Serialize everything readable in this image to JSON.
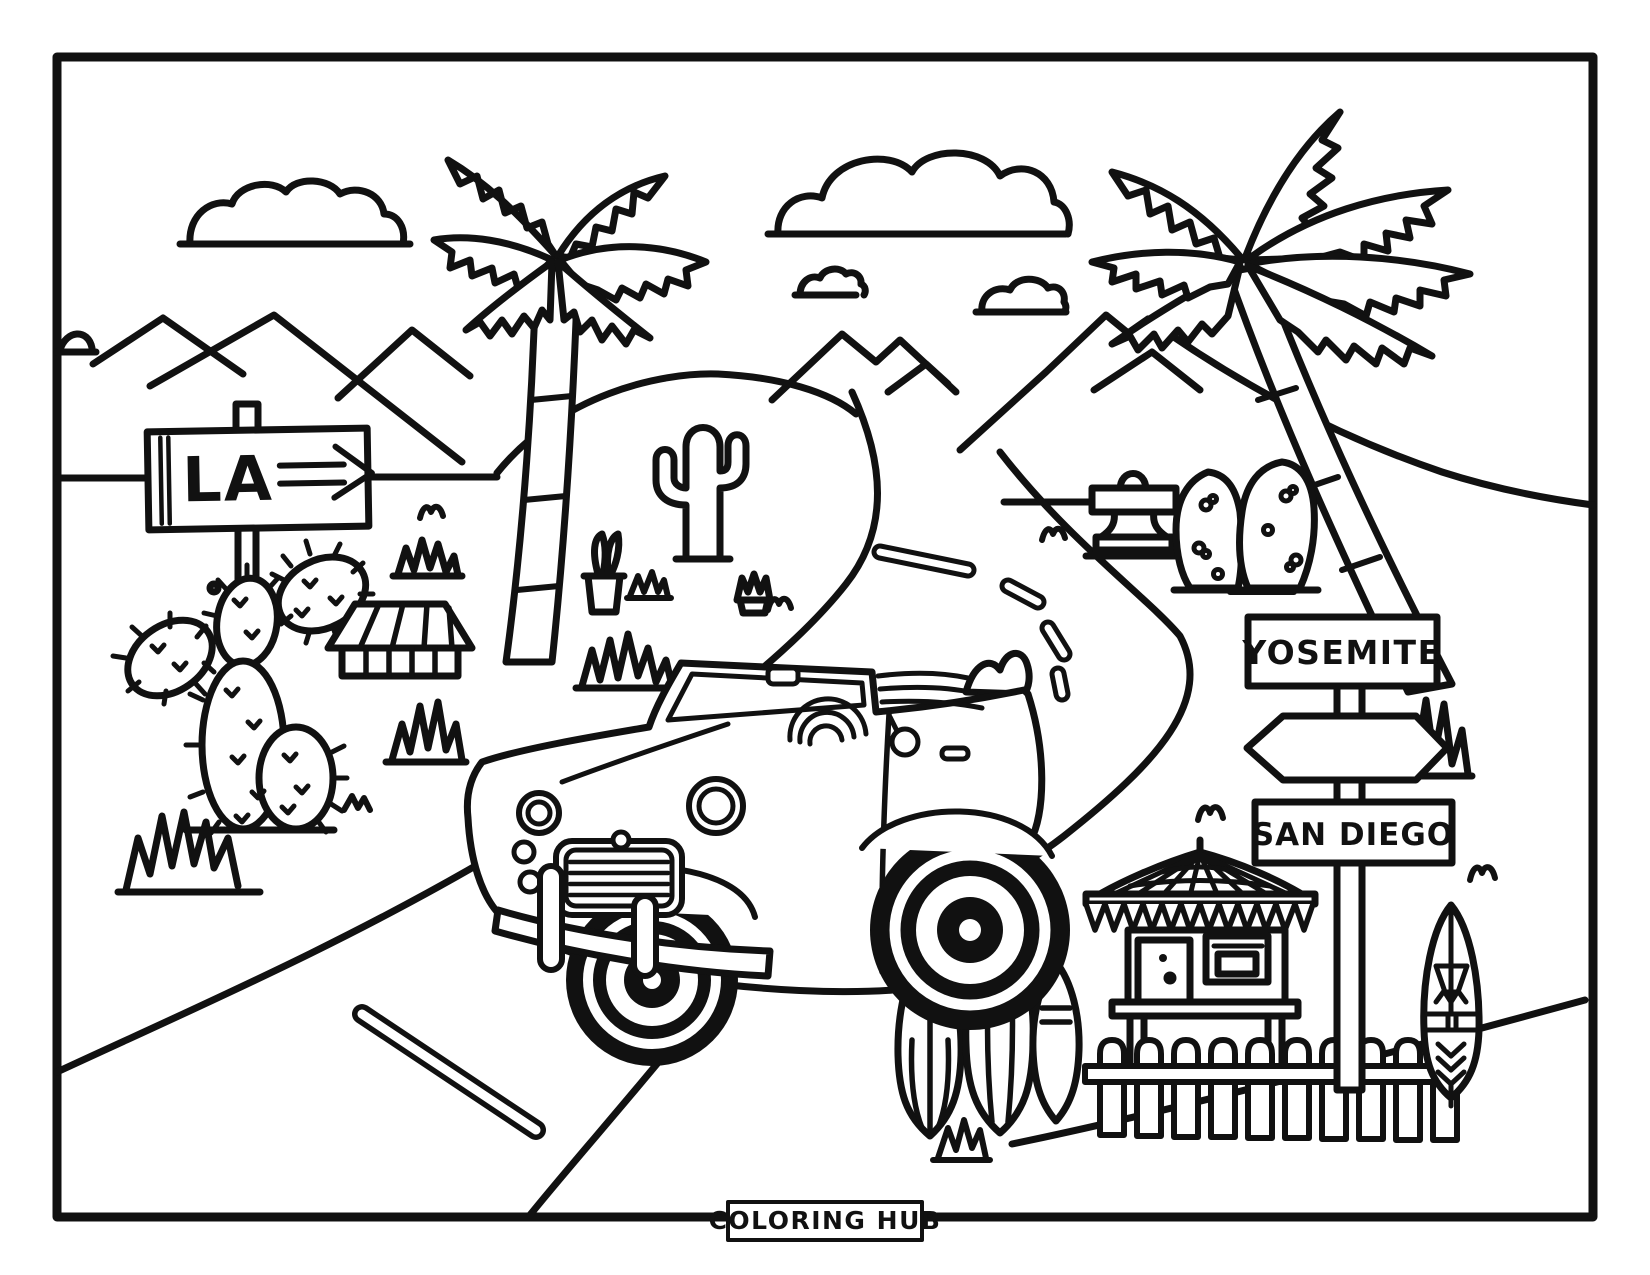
{
  "page": {
    "title": "California road trip coloring page",
    "paper_color": "#ffffff",
    "ink_color": "#111111"
  },
  "signs": {
    "la": "LA",
    "yosemite": "YOSEMITE",
    "san_diego": "SAN DIEGO"
  },
  "footer": {
    "label": "COLORING HUB"
  },
  "scene": {
    "elements": [
      "page-border",
      "cloud",
      "mountains",
      "horizon",
      "palm-tree",
      "la-direction-sign",
      "prickly-pear-cactus",
      "saguaro-cactus",
      "market-stand",
      "potted-plant",
      "grass-tuft",
      "bird",
      "winding-road",
      "lane-dash",
      "convertible-car",
      "drinking-fountain",
      "floral-surfboards",
      "direction-signpost",
      "lifeguard-hut",
      "picket-fence",
      "surfboard-trio",
      "arrow-surfboard",
      "coloring-hub-badge"
    ]
  }
}
